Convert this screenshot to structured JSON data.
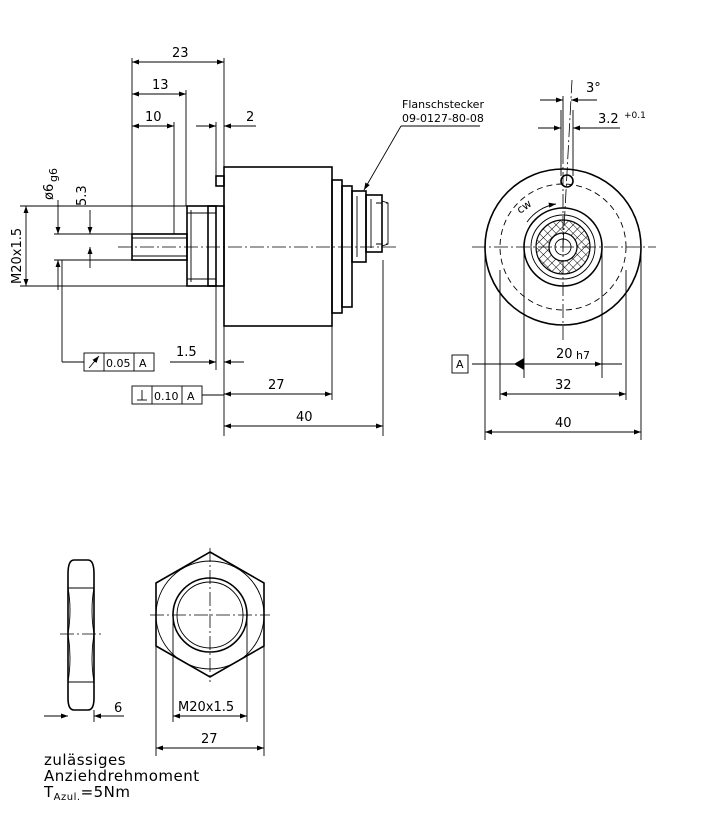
{
  "connector": {
    "label_line1": "Flanschstecker",
    "label_line2": "09-0127-80-08"
  },
  "dims_side": {
    "d23": "23",
    "d13": "13",
    "d10": "10",
    "d2": "2",
    "d5_3": "5.3",
    "phi6": "ø6",
    "phi6_fit": "g6",
    "thread": "M20x1.5",
    "d1_5": "1.5",
    "d27": "27",
    "d40": "40"
  },
  "tolerance": {
    "runout_value": "0.05",
    "runout_ref": "A",
    "perp_value": "0.10",
    "perp_ref": "A"
  },
  "dims_front": {
    "angle": "3°",
    "d3_2": "3.2",
    "d3_2_tol": "+0.1",
    "cw": "cw",
    "d20": "20",
    "d20_fit": "h7",
    "datum": "A",
    "d32": "32",
    "d40": "40"
  },
  "dims_nut": {
    "d6": "6",
    "thread": "M20x1.5",
    "d27": "27"
  },
  "note": {
    "line1": "zulässiges",
    "line2": "Anziehdrehmoment",
    "torque_symbol": "T",
    "torque_sub": "Azul.",
    "torque_value": "=5Nm"
  }
}
